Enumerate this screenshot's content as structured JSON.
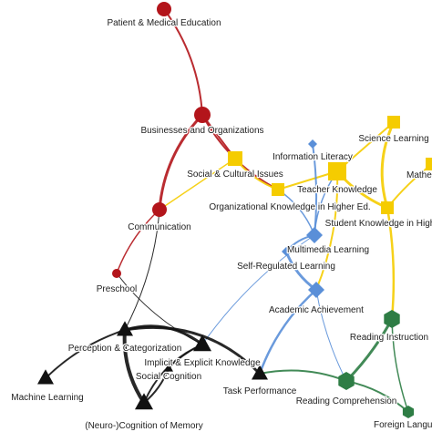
{
  "colors": {
    "red": "#b3151b",
    "yellow": "#f5cc00",
    "blue": "#5a8fd8",
    "green": "#2e7d45",
    "black": "#111111"
  },
  "nodes": [
    {
      "id": "patient",
      "label": "Patient & Medical Education",
      "color": "red",
      "shape": "circle"
    },
    {
      "id": "business",
      "label": "Businesses and Organizations",
      "color": "red",
      "shape": "circle"
    },
    {
      "id": "communication",
      "label": "Communication",
      "color": "red",
      "shape": "circle"
    },
    {
      "id": "preschool",
      "label": "Preschool",
      "color": "red",
      "shape": "circle"
    },
    {
      "id": "social_cultural",
      "label": "Social & Cultural Issues",
      "color": "yellow",
      "shape": "square"
    },
    {
      "id": "science",
      "label": "Science Learning",
      "color": "yellow",
      "shape": "square"
    },
    {
      "id": "teacher",
      "label": "Teacher Knowledge",
      "color": "yellow",
      "shape": "square"
    },
    {
      "id": "org_knowledge",
      "label": "Organizational Knowledge in Higher Ed.",
      "color": "yellow",
      "shape": "square"
    },
    {
      "id": "student_knowledge",
      "label": "Student Knowledge in High",
      "color": "yellow",
      "shape": "square"
    },
    {
      "id": "math",
      "label": "Mathe",
      "color": "yellow",
      "shape": "square"
    },
    {
      "id": "info_literacy",
      "label": "Information Literacy",
      "color": "blue",
      "shape": "diamond"
    },
    {
      "id": "multimedia",
      "label": "Multimedia Learning",
      "color": "blue",
      "shape": "diamond"
    },
    {
      "id": "self_regulated",
      "label": "Self-Regulated Learning",
      "color": "blue",
      "shape": "diamond"
    },
    {
      "id": "academic",
      "label": "Academic Achievement",
      "color": "blue",
      "shape": "diamond"
    },
    {
      "id": "reading_instruction",
      "label": "Reading Instruction",
      "color": "green",
      "shape": "hexagon"
    },
    {
      "id": "reading_comprehension",
      "label": "Reading Comprehension",
      "color": "green",
      "shape": "hexagon"
    },
    {
      "id": "foreign_language",
      "label": "Foreign Langu",
      "color": "green",
      "shape": "hexagon"
    },
    {
      "id": "perception",
      "label": "Perception & Categorization",
      "color": "black",
      "shape": "triangle"
    },
    {
      "id": "implicit",
      "label": "Implicit & Explicit Knowledge",
      "color": "black",
      "shape": "triangle"
    },
    {
      "id": "social_cognition",
      "label": "Social Cognition",
      "color": "black",
      "shape": "triangle"
    },
    {
      "id": "machine_learning",
      "label": "Machine Learning",
      "color": "black",
      "shape": "triangle"
    },
    {
      "id": "neuro",
      "label": "(Neuro-)Cognition of Memory",
      "color": "black",
      "shape": "triangle"
    },
    {
      "id": "task",
      "label": "Task Performance",
      "color": "black",
      "shape": "triangle"
    }
  ],
  "edges": [
    {
      "source": "patient",
      "target": "business",
      "color": "red",
      "weight": 2
    },
    {
      "source": "business",
      "target": "communication",
      "color": "red",
      "weight": 3
    },
    {
      "source": "communication",
      "target": "preschool",
      "color": "red",
      "weight": 1.5
    },
    {
      "source": "business",
      "target": "social_cultural",
      "color": "red",
      "weight": 2
    },
    {
      "source": "business",
      "target": "org_knowledge",
      "color": "red",
      "weight": 2
    },
    {
      "source": "communication",
      "target": "perception",
      "color": "black",
      "weight": 1
    },
    {
      "source": "preschool",
      "target": "implicit",
      "color": "black",
      "weight": 1
    },
    {
      "source": "social_cultural",
      "target": "communication",
      "color": "yellow",
      "weight": 1.5
    },
    {
      "source": "social_cultural",
      "target": "org_knowledge",
      "color": "yellow",
      "weight": 2
    },
    {
      "source": "teacher",
      "target": "student_knowledge",
      "color": "yellow",
      "weight": 3
    },
    {
      "source": "teacher",
      "target": "org_knowledge",
      "color": "yellow",
      "weight": 2
    },
    {
      "source": "science",
      "target": "student_knowledge",
      "color": "yellow",
      "weight": 3
    },
    {
      "source": "science",
      "target": "teacher",
      "color": "yellow",
      "weight": 2
    },
    {
      "source": "math",
      "target": "student_knowledge",
      "color": "yellow",
      "weight": 2
    },
    {
      "source": "student_knowledge",
      "target": "reading_instruction",
      "color": "yellow",
      "weight": 2.5
    },
    {
      "source": "teacher",
      "target": "academic",
      "color": "yellow",
      "weight": 2
    },
    {
      "source": "org_knowledge",
      "target": "multimedia",
      "color": "blue",
      "weight": 1.5
    },
    {
      "source": "info_literacy",
      "target": "multimedia",
      "color": "blue",
      "weight": 2
    },
    {
      "source": "multimedia",
      "target": "self_regulated",
      "color": "blue",
      "weight": 2
    },
    {
      "source": "self_regulated",
      "target": "academic",
      "color": "blue",
      "weight": 3
    },
    {
      "source": "teacher",
      "target": "multimedia",
      "color": "blue",
      "weight": 1.5
    },
    {
      "source": "academic",
      "target": "task",
      "color": "blue",
      "weight": 2.5
    },
    {
      "source": "multimedia",
      "target": "implicit",
      "color": "blue",
      "weight": 1
    },
    {
      "source": "academic",
      "target": "reading_comprehension",
      "color": "blue",
      "weight": 1
    },
    {
      "source": "reading_instruction",
      "target": "reading_comprehension",
      "color": "green",
      "weight": 3
    },
    {
      "source": "reading_comprehension",
      "target": "foreign_language",
      "color": "green",
      "weight": 2
    },
    {
      "source": "reading_comprehension",
      "target": "task",
      "color": "green",
      "weight": 2
    },
    {
      "source": "reading_instruction",
      "target": "foreign_language",
      "color": "green",
      "weight": 1.5
    },
    {
      "source": "perception",
      "target": "machine_learning",
      "color": "black",
      "weight": 2
    },
    {
      "source": "perception",
      "target": "implicit",
      "color": "black",
      "weight": 3
    },
    {
      "source": "perception",
      "target": "neuro",
      "color": "black",
      "weight": 4
    },
    {
      "source": "perception",
      "target": "task",
      "color": "black",
      "weight": 3
    },
    {
      "source": "implicit",
      "target": "social_cognition",
      "color": "black",
      "weight": 1.5
    },
    {
      "source": "social_cognition",
      "target": "neuro",
      "color": "black",
      "weight": 2
    },
    {
      "source": "implicit",
      "target": "neuro",
      "color": "black",
      "weight": 2
    }
  ]
}
